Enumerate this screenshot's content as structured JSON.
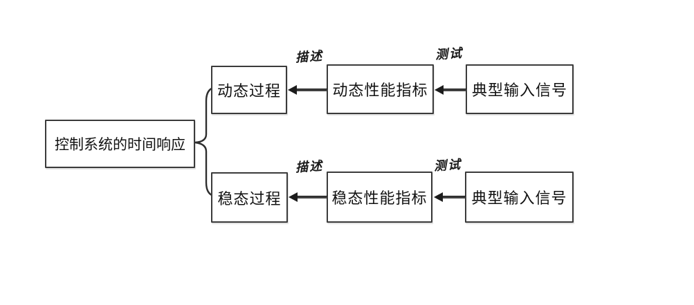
{
  "diagram": {
    "root_label": "控制系统的时间响应",
    "rows": [
      {
        "process": "动态过程",
        "indicator": "动态性能指标",
        "signal": "典型输入信号",
        "describe_label": "描述",
        "test_label": "测试"
      },
      {
        "process": "稳态过程",
        "indicator": "稳态性能指标",
        "signal": "典型输入信号",
        "describe_label": "描述",
        "test_label": "测试"
      }
    ],
    "colors": {
      "background": "#ffffff",
      "box_border": "#3a3a3a",
      "arrow": "#1c1c1c",
      "text": "#111111"
    }
  }
}
